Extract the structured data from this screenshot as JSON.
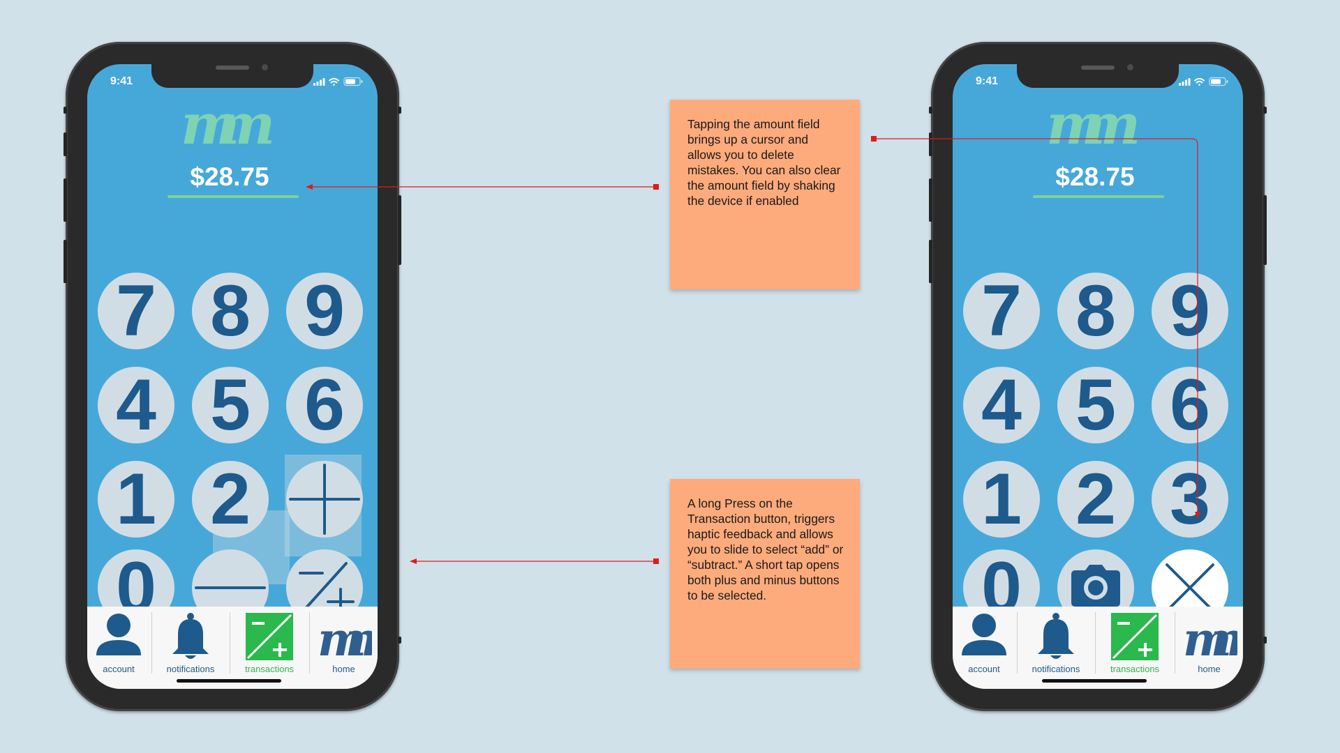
{
  "status": {
    "time": "9:41"
  },
  "left_phone": {
    "amount": "$28.75",
    "keys": [
      "7",
      "8",
      "9",
      "4",
      "5",
      "6",
      "1",
      "2",
      "0"
    ],
    "tabs": [
      {
        "label": "account"
      },
      {
        "label": "notifications"
      },
      {
        "label": "transactions"
      },
      {
        "label": "home"
      }
    ]
  },
  "right_phone": {
    "amount": "$28.75",
    "keys": [
      "7",
      "8",
      "9",
      "4",
      "5",
      "6",
      "1",
      "2",
      "3",
      "0"
    ],
    "tabs": [
      {
        "label": "account"
      },
      {
        "label": "notifications"
      },
      {
        "label": "transactions"
      },
      {
        "label": "home"
      }
    ]
  },
  "notes": {
    "top": "Tapping the amount field brings up a cursor and allows you to delete mistakes. You can also clear the amount field by shaking the device if enabled",
    "bottom": "A long Press on the Transaction button, triggers haptic feedback and allows you to slide to select “add” or “subtract.” A short tap opens both plus and minus buttons to be selected."
  },
  "icons": {
    "signal": "cellular-signal-icon",
    "wifi": "wifi-icon",
    "battery": "battery-icon",
    "logo": "mm-logo",
    "plus": "plus-icon",
    "minus": "minus-icon",
    "plus_minus": "plus-minus-icon",
    "camera": "camera-icon",
    "clear": "close-icon",
    "account": "person-icon",
    "notifications": "bell-icon",
    "transactions": "transactions-icon",
    "home": "home-logo-icon"
  },
  "colors": {
    "background": "#d1e1ea",
    "screen": "#46a8d9",
    "key": "#d1dde5",
    "key_text": "#1e5a8c",
    "accent_green": "#2bb84d",
    "amount_underline": "#7dcfa0",
    "logo_mint": "#7dd3b4",
    "note": "#fdab7c",
    "annotation_arrow": "#e01b1b"
  }
}
